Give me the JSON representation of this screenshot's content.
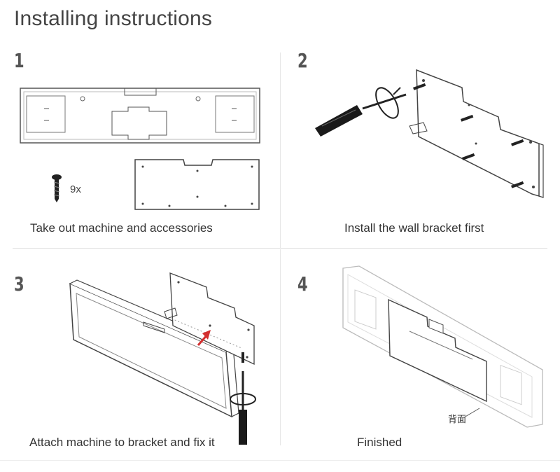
{
  "title": "Installing instructions",
  "steps": [
    {
      "number": "1",
      "caption": "Take out machine and accessories",
      "screw_count": "9x"
    },
    {
      "number": "2",
      "caption": "Install the wall  bracket first"
    },
    {
      "number": "3",
      "caption": "Attach machine to bracket and fix it"
    },
    {
      "number": "4",
      "caption": "Finished",
      "back_label": "背面"
    }
  ]
}
